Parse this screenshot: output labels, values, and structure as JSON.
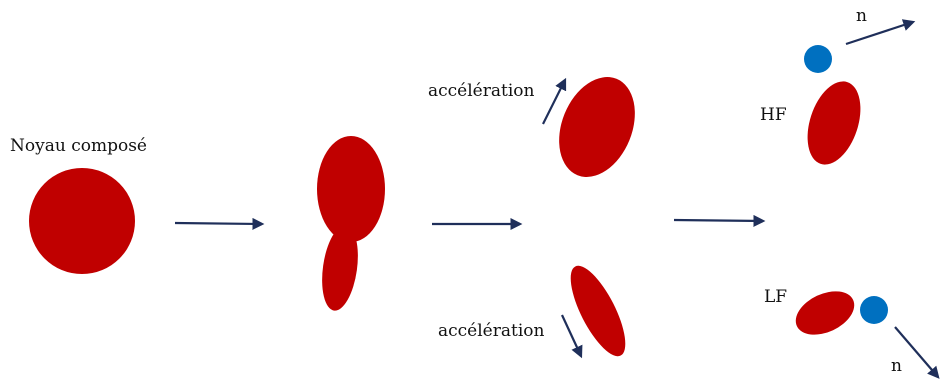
{
  "labels": {
    "compound_nucleus": "Noyau composé",
    "acceleration_top": "accélération",
    "acceleration_bottom": "accélération",
    "heavy_fragment": "HF",
    "light_fragment": "LF",
    "neutron_top": "n",
    "neutron_bottom": "n"
  },
  "colors": {
    "nucleus": "#c00000",
    "neutron": "#0070c0",
    "arrow": "#1f2f5a",
    "text": "#111111"
  }
}
